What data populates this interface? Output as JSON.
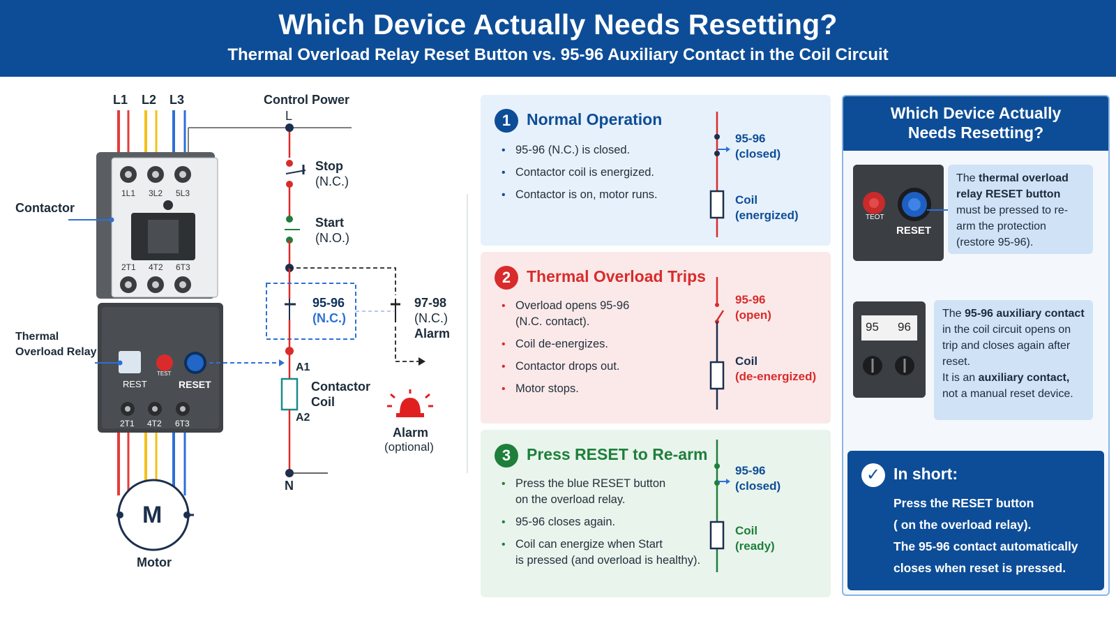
{
  "header": {
    "title": "Which Device Actually Needs Resetting?",
    "subtitle": "Thermal Overload Relay Reset Button vs. 95-96 Auxiliary Contact in the Coil Circuit"
  },
  "diagram": {
    "phases": [
      "L1",
      "L2",
      "L3"
    ],
    "contactor_label": "Contactor",
    "overload_label_1": "Thermal",
    "overload_label_2": "Overload Relay",
    "contactor_top_terminals": [
      "1L1",
      "3L2",
      "5L3"
    ],
    "contactor_bottom_terminals": [
      "2T1",
      "4T2",
      "6T3"
    ],
    "relay_terminals": [
      "2T1",
      "4T2",
      "6T3"
    ],
    "relay_reset_small": "REST",
    "relay_test": "TEST",
    "relay_reset": "RESET",
    "motor_symbol": "M",
    "motor_label": "Motor",
    "control_power": "Control Power",
    "line_l": "L",
    "line_n": "N",
    "stop_1": "Stop",
    "stop_2": "(N.C.)",
    "start_1": "Start",
    "start_2": "(N.O.)",
    "c9596_1": "95-96",
    "c9596_2": "(N.C.)",
    "c9798_1": "97-98",
    "c9798_2": "(N.C.)",
    "c9798_3": "Alarm",
    "a1": "A1",
    "a2": "A2",
    "coil_1": "Contactor",
    "coil_2": "Coil",
    "alarm_1": "Alarm",
    "alarm_2": "(optional)"
  },
  "cards": [
    {
      "num": "1",
      "title": "Normal Operation",
      "items": [
        "95-96 (N.C.) is closed.",
        "Contactor coil is energized.",
        "Contactor is on, motor runs."
      ],
      "contact_label": "95-96",
      "contact_state": "(closed)",
      "coil_label": "Coil",
      "coil_state": "(energized)"
    },
    {
      "num": "2",
      "title": "Thermal Overload Trips",
      "items": [
        "Overload opens 95-96",
        "(N.C. contact).",
        "Coil de-energizes.",
        "Contactor drops out.",
        "Motor stops."
      ],
      "contact_label": "95-96",
      "contact_state": "(open)",
      "coil_label": "Coil",
      "coil_state": "(de-energized)"
    },
    {
      "num": "3",
      "title": "Press RESET to Re-arm",
      "items": [
        "Press the blue RESET button",
        "on the overload relay.",
        "95-96 closes again.",
        "Coil can energize when Start",
        "is pressed (and overload is healthy)."
      ],
      "contact_label": "95-96",
      "contact_state": "(closed)",
      "coil_label": "Coil",
      "coil_state": "(ready)"
    }
  ],
  "right_panel": {
    "title_1": "Which Device Actually",
    "title_2": "Needs Resetting?",
    "photo1_test": "TEOT",
    "photo1_reset": "RESET",
    "callout1": {
      "t1": "The ",
      "b1": "thermal overload relay RESET button",
      "t2": " must be pressed to re-arm the protection (restore 95-96)."
    },
    "photo2_left": "95",
    "photo2_right": "96",
    "callout2": {
      "t1": "The ",
      "b1": "95-96 auxiliary contact",
      "t2": " in the coil circuit opens on trip and closes again after reset.",
      "t3": "It is an ",
      "b2": "auxiliary contact,",
      "t4": " not a manual reset device."
    },
    "in_short": {
      "title": "In short:",
      "line1": "Press the RESET button",
      "line2": "( on the overload relay).",
      "line3": "The 95-96 contact automatically",
      "line4": "closes when reset is pressed."
    }
  },
  "colors": {
    "brand_blue": "#0d4d97",
    "red": "#d92b2b",
    "green": "#1e7f3b",
    "phase_red": "#e63b3b",
    "phase_yellow": "#f2c21b",
    "phase_blue": "#2e6fd6"
  },
  "icons": [
    "check-icon",
    "alarm-beacon-icon",
    "motor-icon"
  ]
}
